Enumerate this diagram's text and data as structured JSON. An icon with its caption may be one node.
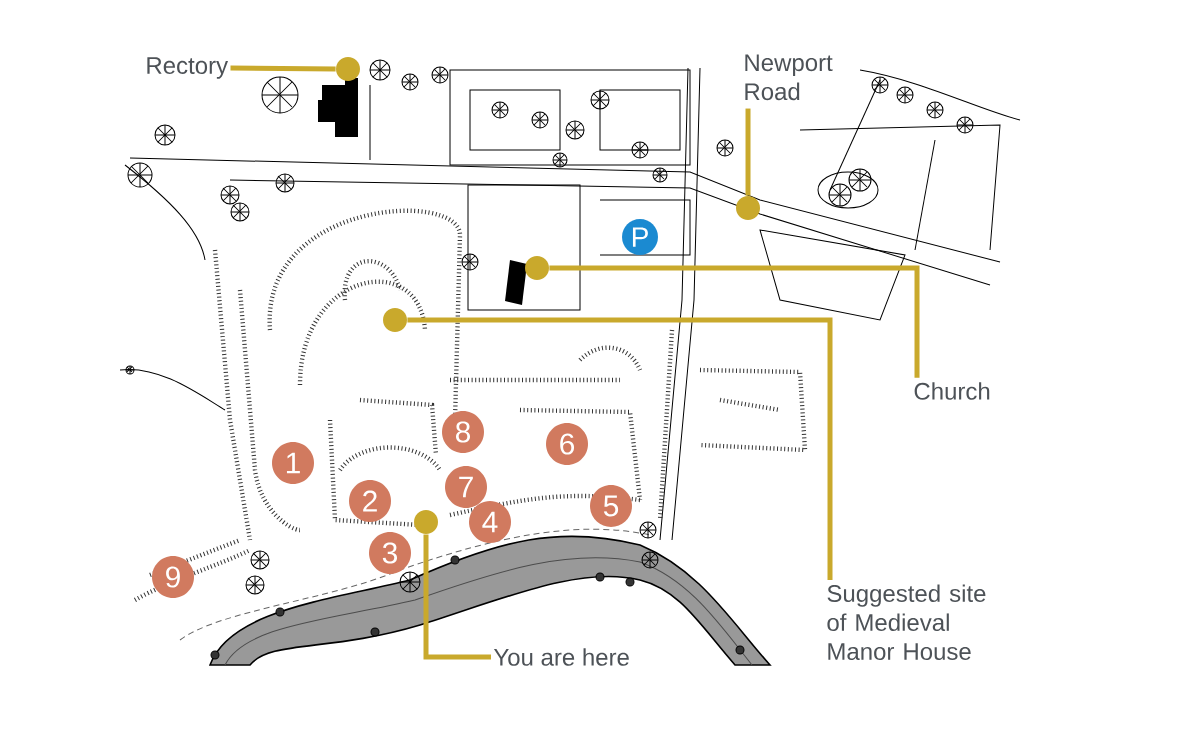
{
  "diagram": {
    "nodes": [
      {
        "text": [
          "Rectory"
        ]
      },
      {
        "text": [],
        "shape": "circle"
      },
      {
        "text": [
          "Newport Road"
        ]
      },
      {
        "text": [],
        "shape": "circle"
      },
      {
        "text": [
          "P"
        ]
      },
      {
        "text": [],
        "shape": "circle"
      },
      {
        "text": [],
        "shape": "circle"
      },
      {
        "text": [
          "Church"
        ]
      },
      {
        "text": [
          "1"
        ]
      },
      {
        "text": [
          "2"
        ]
      },
      {
        "text": [
          "3"
        ]
      },
      {
        "text": [
          "4"
        ]
      },
      {
        "text": [
          "5"
        ]
      },
      {
        "text": [
          "6"
        ]
      },
      {
        "text": [
          "7"
        ]
      },
      {
        "text": [
          "8"
        ]
      },
      {
        "text": [
          "9"
        ]
      },
      {
        "text": [],
        "shape": "circle"
      },
      {
        "text": [
          "Suggested site of Medieval Manor House"
        ]
      },
      {
        "text": [
          "You are here"
        ]
      }
    ],
    "edges": [
      {
        "from": 0,
        "to": 1,
        "arrow": "none"
      },
      {
        "from": 2,
        "to": 3,
        "arrow": "none"
      },
      {
        "from": 7,
        "to": 5,
        "arrow": "none"
      },
      {
        "from": 18,
        "to": 6,
        "arrow": "none"
      },
      {
        "from": 19,
        "to": 17,
        "arrow": "none"
      }
    ]
  }
}
